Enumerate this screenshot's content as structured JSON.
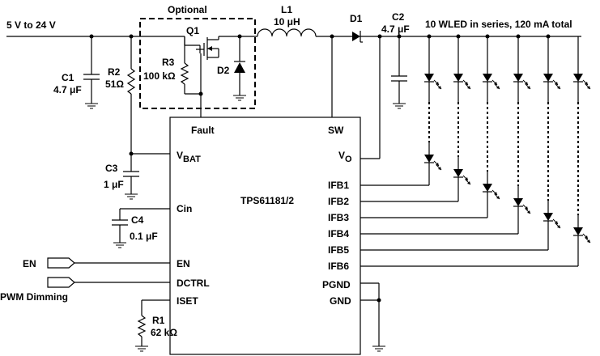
{
  "supply": {
    "label": "5  V to 24  V"
  },
  "optional_box": {
    "label": "Optional"
  },
  "components": {
    "c1": {
      "name": "C1",
      "value": "4.7 μF"
    },
    "r2": {
      "name": "R2",
      "value": "51Ω"
    },
    "q1": {
      "name": "Q1"
    },
    "r3": {
      "name": "R3",
      "value": "100 kΩ"
    },
    "d2": {
      "name": "D2"
    },
    "l1": {
      "name": "L1",
      "value": "10 μH"
    },
    "d1": {
      "name": "D1"
    },
    "c2": {
      "name": "C2",
      "value": "4.7 μF"
    },
    "c3": {
      "name": "C3",
      "value": "1 μF"
    },
    "c4": {
      "name": "C4",
      "value": "0.1 μF"
    },
    "r1": {
      "name": "R1",
      "value": "62 kΩ"
    }
  },
  "led_array": {
    "label": "10 WLED in series, 120 mA total",
    "strings": 6
  },
  "ic": {
    "name": "TPS61181/2",
    "pins": {
      "fault": "Fault",
      "sw": "SW",
      "vbat_main": "V",
      "vbat_sub": "BAT",
      "vo_main": "V",
      "vo_sub": "O",
      "cin": "Cin",
      "en": "EN",
      "dctrl": "DCTRL",
      "iset": "ISET",
      "ifb1": "IFB1",
      "ifb2": "IFB2",
      "ifb3": "IFB3",
      "ifb4": "IFB4",
      "ifb5": "IFB5",
      "ifb6": "IFB6",
      "pgnd": "PGND",
      "gnd": "GND"
    }
  },
  "inputs": {
    "en": "EN",
    "pwm": "PWM Dimming"
  }
}
